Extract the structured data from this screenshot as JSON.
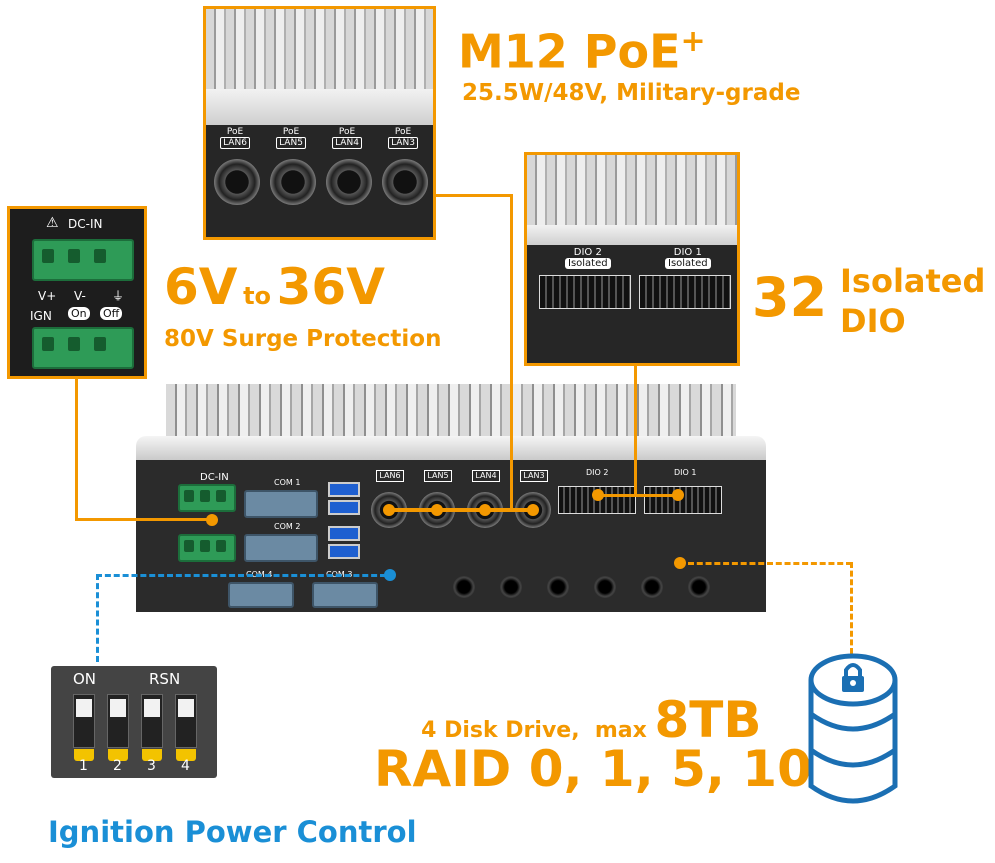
{
  "m12": {
    "title": "M12 PoE",
    "sup": "+",
    "sub": "25.5W/48V, Military-grade",
    "ports": [
      "LAN6",
      "LAN5",
      "LAN4",
      "LAN3"
    ],
    "poe": "PoE"
  },
  "power": {
    "big1": "6V",
    "to": "to",
    "big2": "36V",
    "sub": "80V Surge Protection",
    "dcin": "DC-IN",
    "vplus": "V+",
    "vminus": "V-",
    "ign": "IGN",
    "on": "On",
    "off": "Off"
  },
  "dio": {
    "num": "32",
    "label1": "Isolated",
    "label2": "DIO",
    "ports": [
      "DIO 2",
      "DIO 1"
    ],
    "isolated": "Isolated"
  },
  "com": [
    "COM 1",
    "COM 2",
    "COM 4",
    "COM 3"
  ],
  "storage": {
    "line1": "4 Disk Drive,  max ",
    "line1_big": "8TB",
    "raid": "RAID 0, 1, 5, 10"
  },
  "ignition": {
    "on": "ON",
    "rsn": "RSN",
    "nums": [
      "1",
      "2",
      "3",
      "4"
    ],
    "caption": "Ignition Power Control"
  },
  "colors": {
    "accent": "#f39800",
    "blue": "#1a8fd6"
  }
}
